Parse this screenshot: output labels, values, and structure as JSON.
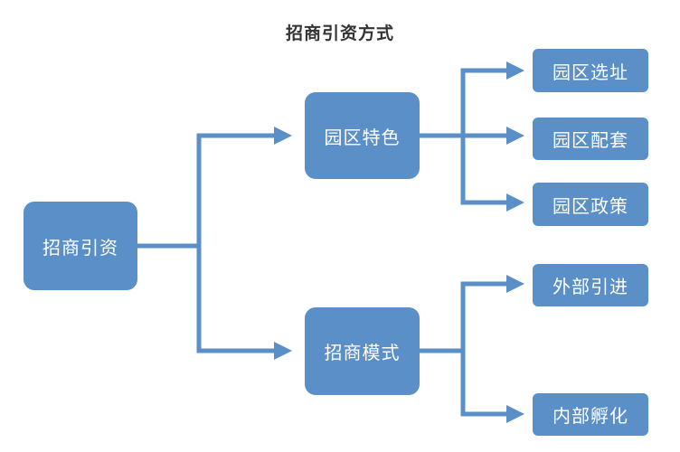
{
  "title": "招商引资方式",
  "colors": {
    "node_fill": "#5b8fc7",
    "edge": "#5b8fc7",
    "node_text": "#ffffff",
    "title_text": "#333333"
  },
  "nodes": {
    "root": "招商引资",
    "branch_features": "园区特色",
    "branch_models": "招商模式",
    "leaf_site": "园区选址",
    "leaf_facilities": "园区配套",
    "leaf_policy": "园区政策",
    "leaf_external": "外部引进",
    "leaf_incubation": "内部孵化"
  }
}
